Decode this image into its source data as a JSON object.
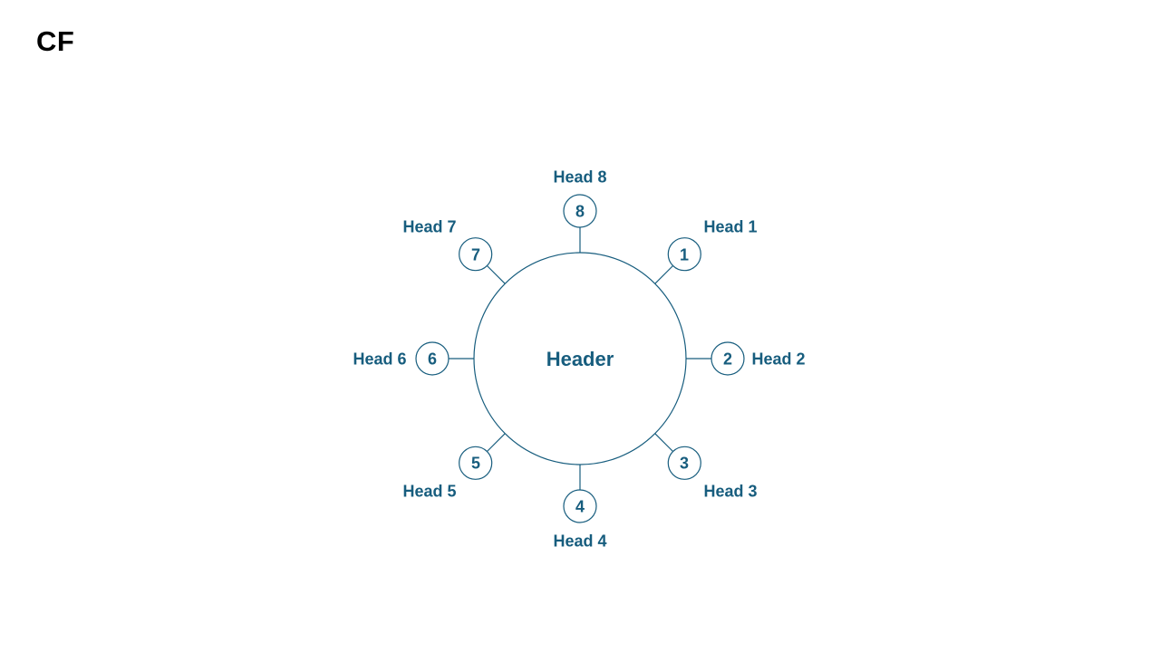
{
  "page": {
    "logo": "CF",
    "background": "#ffffff",
    "accent": "#175D7E"
  },
  "diagram": {
    "type": "hub-and-spoke",
    "center_label": "Header",
    "nodes": [
      {
        "number": "1",
        "label": "Head 1"
      },
      {
        "number": "2",
        "label": "Head 2"
      },
      {
        "number": "3",
        "label": "Head 3"
      },
      {
        "number": "4",
        "label": "Head 4"
      },
      {
        "number": "5",
        "label": "Head 5"
      },
      {
        "number": "6",
        "label": "Head 6"
      },
      {
        "number": "7",
        "label": "Head 7"
      },
      {
        "number": "8",
        "label": "Head 8"
      }
    ]
  }
}
